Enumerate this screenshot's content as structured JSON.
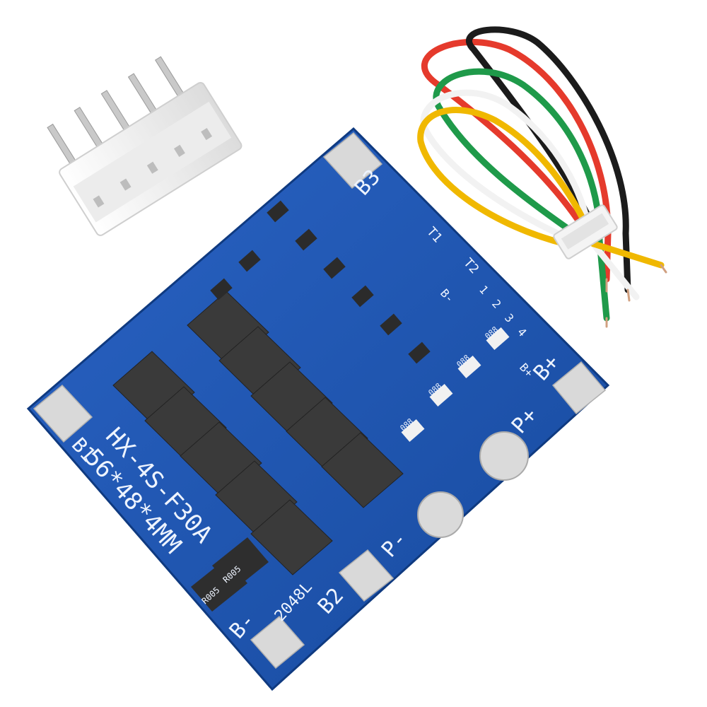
{
  "photo": {
    "subject": "4S lithium battery protection board with connector and wire harness",
    "colors": {
      "pcb": "#1f56b3",
      "pcb_dark": "#17489a",
      "pad": "#d9d9d9",
      "mosfet": "#3a3a3a",
      "connector": "#f3f3f3",
      "wire_red": "#e53a2c",
      "wire_black": "#1b1b1b",
      "wire_green": "#1f9a4a",
      "wire_white": "#f2f2f2",
      "wire_yellow": "#f0b800"
    }
  },
  "board": {
    "model": "HX-4S-F30A",
    "size": "56*48*4MM",
    "date_code": "2048L",
    "labels": {
      "b_minus": "B-",
      "b1": "B1",
      "b2": "B2",
      "b3": "B3",
      "b_plus": "B+",
      "p_plus": "P+",
      "p_minus": "P-",
      "t1": "T1",
      "t2": "T2",
      "b_plus_small": "B+",
      "b_minus_small": "B-",
      "pins": [
        "1",
        "2",
        "3",
        "4"
      ]
    },
    "resistor_code": "R005",
    "chip_code": "088"
  }
}
